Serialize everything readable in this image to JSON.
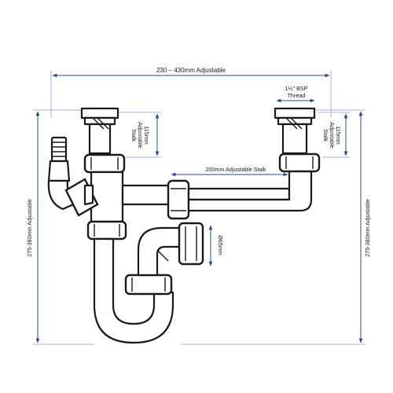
{
  "dimensions": {
    "top_width": "230 – 430mm Adjustable",
    "bsp_line1": "1½\" BSP",
    "bsp_line2": "Thread",
    "left_stalk_line1": "115mm",
    "left_stalk_line2": "Adjustable",
    "left_stalk_line3": "Stalk",
    "right_stalk_line1": "115mm",
    "right_stalk_line2": "Adjustable",
    "right_stalk_line3": "Stalk",
    "horizontal_stalk": "200mm Adjustable Stalk",
    "outlet_diameter": "Ø65mm",
    "left_height": "275-380mm Adjustable",
    "right_height": "275-380mm Adjustable"
  },
  "colors": {
    "dimension_line": "#2f4a8a",
    "outline": "#1a1a1a"
  }
}
